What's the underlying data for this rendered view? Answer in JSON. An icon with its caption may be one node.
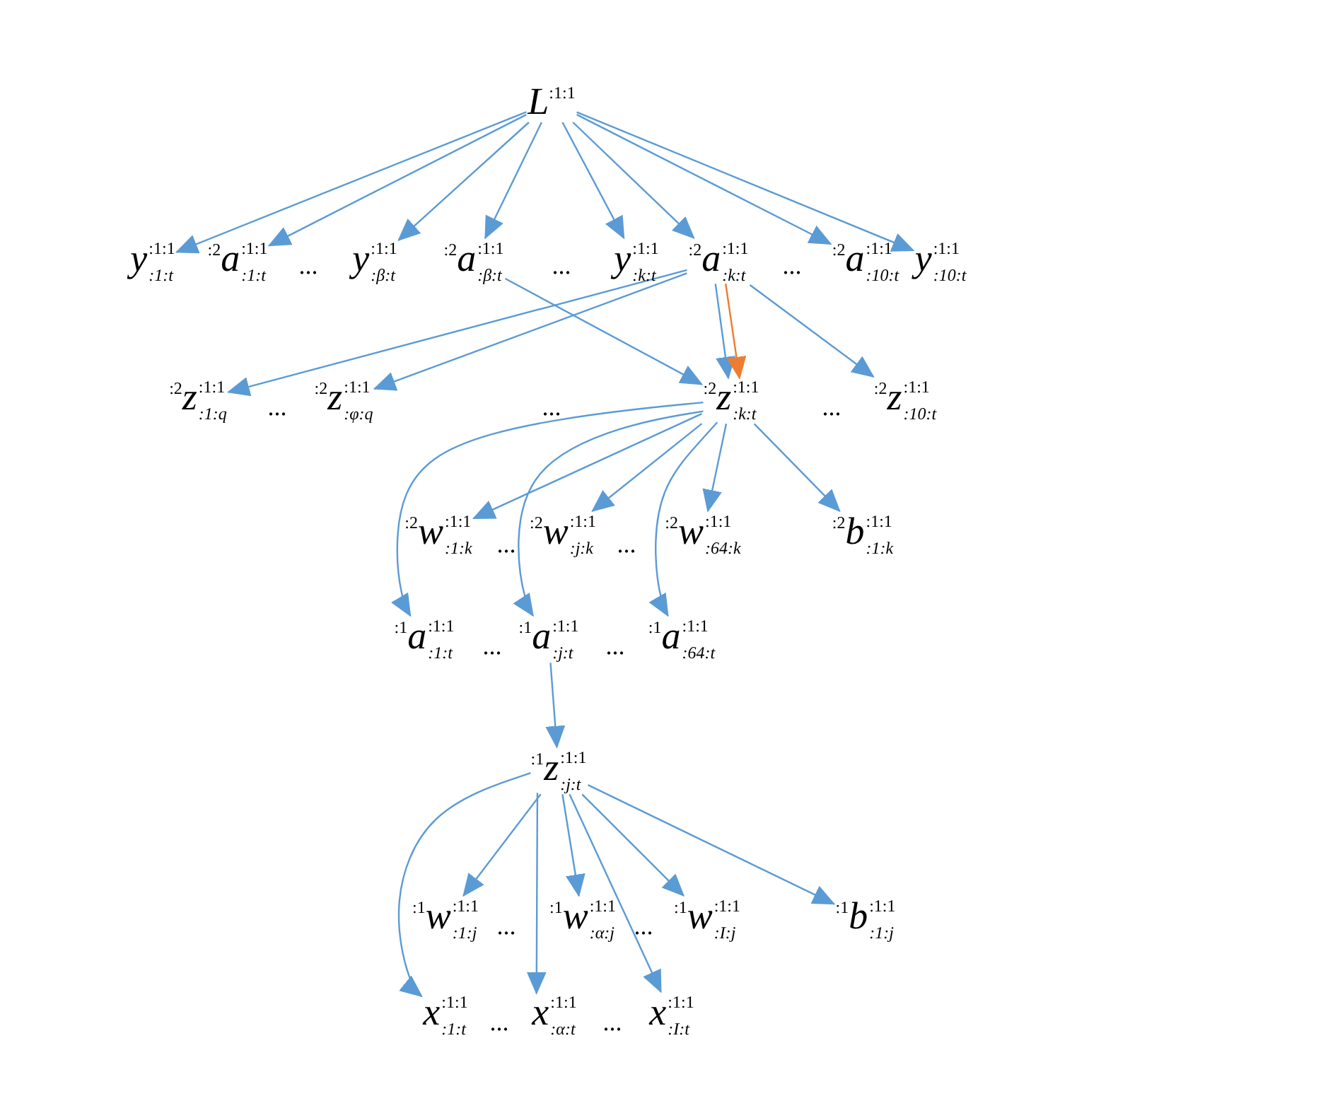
{
  "diagram": {
    "nodes": [
      {
        "text": [
          "*L*$^{:1:1}$"
        ]
      },
      {
        "text": [
          "*y*$^{:1:1}$$_{:1:t}$"
        ]
      },
      {
        "text": [
          "$^{:2}$*a*$^{:1:1}$$_{:1:t}$"
        ]
      },
      {
        "text": [
          "*y*$^{:1:1}$$_{:β:t}$"
        ]
      },
      {
        "text": [
          "$^{:2}$*a*$^{:1:1}$$_{:β:t}$"
        ]
      },
      {
        "text": [
          "*y*$^{:1:1}$$_{:k:t}$"
        ]
      },
      {
        "text": [
          "$^{:2}$*a*$^{:1:1}$$_{:k:t}$"
        ]
      },
      {
        "text": [
          "$^{:2}$*a*$^{:1:1}$$_{:10:t}$"
        ]
      },
      {
        "text": [
          "*y*$^{:1:1}$$_{:10:t}$"
        ]
      },
      {
        "text": [
          "$^{:2}$*z*$^{:1:1}$$_{:1:q}$"
        ]
      },
      {
        "text": [
          "$^{:2}$*z*$^{:1:1}$$_{:φ:q}$"
        ]
      },
      {
        "text": [
          "$^{:2}$*z*$^{:1:1}$$_{:k:t}$"
        ]
      },
      {
        "text": [
          "$^{:2}$*z*$^{:1:1}$$_{:10:t}$"
        ]
      },
      {
        "text": [
          "$^{:2}$*w*$^{:1:1}$$_{:1:k}$"
        ]
      },
      {
        "text": [
          "$^{:2}$*w*$^{:1:1}$$_{:j:k}$"
        ]
      },
      {
        "text": [
          "$^{:2}$*w*$^{:1:1}$$_{:64:k}$"
        ]
      },
      {
        "text": [
          "$^{:2}$*b*$^{:1:1}$$_{:1:k}$"
        ]
      },
      {
        "text": [
          "$^{:1}$*a*$^{:1:1}$$_{:1:t}$"
        ]
      },
      {
        "text": [
          "$^{:1}$*a*$^{:1:1}$$_{:j:t}$"
        ]
      },
      {
        "text": [
          "$^{:1}$*a*$^{:1:1}$$_{:64:t}$"
        ]
      },
      {
        "text": [
          "$^{:1}$*z*$^{:1:1}$$_{:j:t}$"
        ]
      },
      {
        "text": [
          "$^{:1}$*w*$^{:1:1}$$_{:1:j}$"
        ]
      },
      {
        "text": [
          "$^{:1}$*w*$^{:1:1}$$_{:α:j}$"
        ]
      },
      {
        "text": [
          "$^{:1}$*w*$^{:1:1}$$_{:I:j}$"
        ]
      },
      {
        "text": [
          "$^{:1}$*b*$^{:1:1}$$_{:1:j}$"
        ]
      },
      {
        "text": [
          "*x*$^{:1:1}$$_{:1:t}$"
        ]
      },
      {
        "text": [
          "*x*$^{:1:1}$$_{:α:t}$"
        ]
      },
      {
        "text": [
          "*x*$^{:1:1}$$_{:I:t}$"
        ]
      }
    ],
    "edges": [
      {
        "from": 0,
        "to": 1,
        "arrow": "to"
      },
      {
        "from": 0,
        "to": 2,
        "arrow": "to"
      },
      {
        "from": 0,
        "to": 3,
        "arrow": "to"
      },
      {
        "from": 0,
        "to": 4,
        "arrow": "to"
      },
      {
        "from": 0,
        "to": 5,
        "arrow": "to"
      },
      {
        "from": 0,
        "to": 6,
        "arrow": "to"
      },
      {
        "from": 0,
        "to": 7,
        "arrow": "to"
      },
      {
        "from": 0,
        "to": 8,
        "arrow": "to"
      },
      {
        "from": 4,
        "to": 11,
        "arrow": "to"
      },
      {
        "from": 6,
        "to": 9,
        "arrow": "to"
      },
      {
        "from": 6,
        "to": 10,
        "arrow": "to"
      },
      {
        "from": 6,
        "to": 11,
        "arrow": "to"
      },
      {
        "from": 6,
        "to": 11,
        "arrow": "to",
        "color": "#ed7d31"
      },
      {
        "from": 6,
        "to": 12,
        "arrow": "to"
      },
      {
        "from": 11,
        "to": 13,
        "arrow": "to"
      },
      {
        "from": 11,
        "to": 14,
        "arrow": "to"
      },
      {
        "from": 11,
        "to": 15,
        "arrow": "to"
      },
      {
        "from": 11,
        "to": 16,
        "arrow": "to"
      },
      {
        "from": 11,
        "to": 17,
        "arrow": "to"
      },
      {
        "from": 11,
        "to": 18,
        "arrow": "to"
      },
      {
        "from": 11,
        "to": 19,
        "arrow": "to"
      },
      {
        "from": 18,
        "to": 20,
        "arrow": "to"
      },
      {
        "from": 20,
        "to": 21,
        "arrow": "to"
      },
      {
        "from": 20,
        "to": 22,
        "arrow": "to"
      },
      {
        "from": 20,
        "to": 23,
        "arrow": "to"
      },
      {
        "from": 20,
        "to": 24,
        "arrow": "to"
      },
      {
        "from": 20,
        "to": 25,
        "arrow": "to"
      },
      {
        "from": 20,
        "to": 26,
        "arrow": "to"
      },
      {
        "from": 20,
        "to": 27,
        "arrow": "to"
      }
    ],
    "labels": [
      "...",
      "...",
      "...",
      "...",
      "...",
      "...",
      "...",
      "...",
      "...",
      "...",
      "...",
      "...",
      "...",
      "..."
    ]
  }
}
